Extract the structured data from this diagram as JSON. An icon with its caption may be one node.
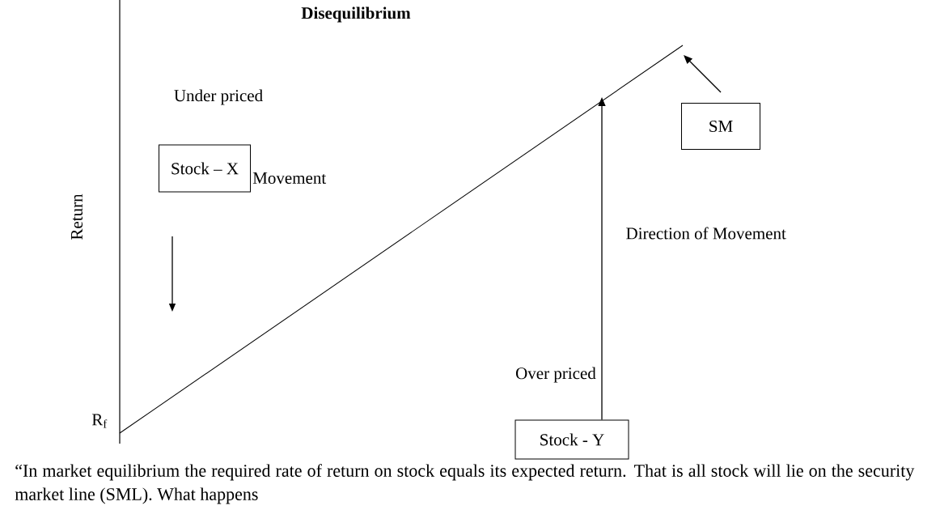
{
  "diagram": {
    "title": "Disequilibrium",
    "nodes": [
      {
        "text": [
          "Stock – X"
        ]
      },
      {
        "text": [
          "SM"
        ]
      },
      {
        "text": [
          "Stock - Y"
        ]
      }
    ],
    "edges": [
      {
        "from": 1,
        "to": null,
        "arrow": "to"
      },
      {
        "from": 2,
        "to": null,
        "arrow": "to"
      }
    ],
    "labels": [
      "Under priced",
      "Movement",
      "Return",
      "Direction of Movement",
      "Over priced",
      "R$_{f}$",
      "“In market equilibrium the required rate of return on stock equals its expected return. That is all stock will lie on the security market line (SML). What happens"
    ]
  }
}
